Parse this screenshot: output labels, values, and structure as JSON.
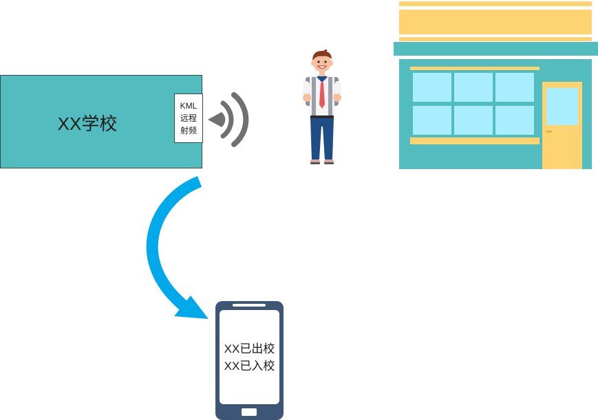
{
  "school": {
    "label": "XX学校"
  },
  "rf_device": {
    "lines": [
      "KML",
      "远程",
      "射频"
    ]
  },
  "phone": {
    "messages": [
      "XX已出校",
      "XX已入校"
    ]
  },
  "colors": {
    "teal": "#52bcbf",
    "yellow": "#fed372",
    "window": "#a8eefe",
    "arrow": "#00a9e9",
    "phone": "#3d5675",
    "signal": "#707070"
  },
  "icons": [
    "wifi-signal-icon",
    "student-icon",
    "shop-icon",
    "curved-arrow-icon",
    "smartphone-icon"
  ]
}
